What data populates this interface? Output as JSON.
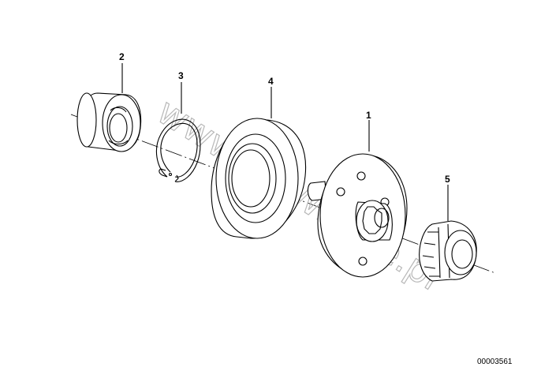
{
  "callouts": {
    "hub": "1",
    "bearing": "2",
    "circlip": "3",
    "disc": "4",
    "nut": "5"
  },
  "watermark": "www.BMWstore.pl",
  "reference_number": "00003561"
}
